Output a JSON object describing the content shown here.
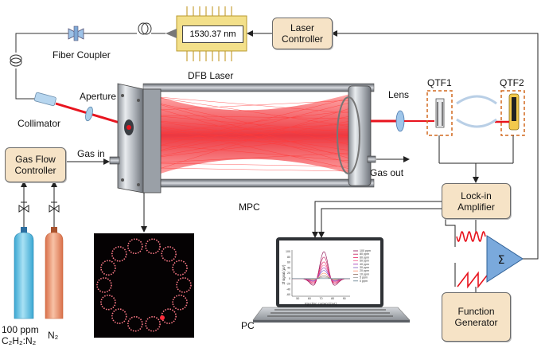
{
  "labels": {
    "fiber_coupler": "Fiber Coupler",
    "dfb_laser": "DFB Laser",
    "laser_wavelength": "1530.37 nm",
    "aperture": "Aperture",
    "collimator": "Collimator",
    "gas_in": "Gas in",
    "gas_out": "Gas out",
    "mpc": "MPC",
    "lens": "Lens",
    "qtf1": "QTF1",
    "qtf2": "QTF2",
    "pc": "PC",
    "sum_symbol": "Σ",
    "cylinder_left_conc": "100 ppm",
    "cylinder_left_gas": "C₂H₂:N₂",
    "cylinder_right_gas": "N₂"
  },
  "boxes": {
    "laser_controller": [
      "Laser",
      "Controller"
    ],
    "gas_flow_controller": [
      "Gas Flow",
      "Controller"
    ],
    "lockin_amplifier": [
      "Lock-in",
      "Amplifier"
    ],
    "function_generator": [
      "Function",
      "Generator"
    ]
  },
  "laptop_plot": {
    "ylabel": "2f signal (μV)",
    "xlabel": "Injection current (mA)",
    "yticks": [
      "100",
      "80",
      "60",
      "40",
      "20",
      "0",
      "-20",
      "-40",
      "-60"
    ],
    "xticks": [
      "50",
      "60",
      "70",
      "80",
      "90"
    ],
    "legend": [
      "100 ppm",
      "80 ppm",
      "60 ppm",
      "50 ppm",
      "40 ppm",
      "30 ppm",
      "20 ppm",
      "10 ppm",
      "5 ppm",
      "0 ppm"
    ],
    "series_colors": [
      "#8b0a50",
      "#c2185b",
      "#e91e63",
      "#f06292",
      "#9c27b0",
      "#7e57c2",
      "#ff8a65",
      "#8d6e63",
      "#9e9e9e",
      "#607d8b"
    ],
    "peak_values": [
      100,
      80,
      62,
      50,
      40,
      30,
      20,
      10,
      5,
      0
    ]
  },
  "colors": {
    "box_fill": "#f6e3c6",
    "beam": "#e8141e",
    "qtf_dash": "#d2691e",
    "laser_body": "#f3e08a",
    "cylinder_blue": "#6ec6e6",
    "cylinder_orange": "#f0a07a",
    "summer": "#7aa9dc"
  }
}
